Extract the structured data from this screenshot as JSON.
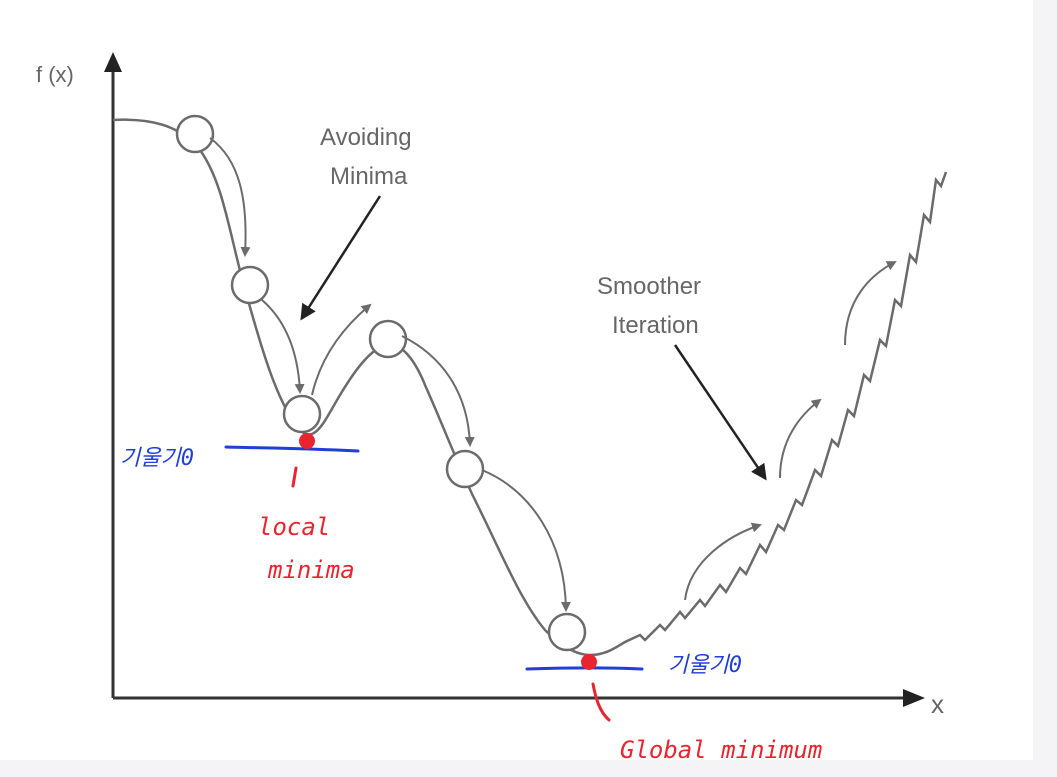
{
  "axes": {
    "y_label": "f (x)",
    "x_label": "x"
  },
  "annotations": {
    "avoiding_minima": [
      "Avoiding",
      "Minima"
    ],
    "smoother_iteration": [
      "Smoother",
      "Iteration"
    ]
  },
  "handwritten": {
    "gradient_zero_left": "기울기0",
    "gradient_zero_right": "기울기0",
    "local_minima": [
      "local",
      "minima"
    ],
    "global_minimum": "Global minimum"
  },
  "colors": {
    "curve": "#6b6b6b",
    "axis": "#333333",
    "annotation_blue": "#1f3fd6",
    "annotation_red": "#e8252f"
  }
}
